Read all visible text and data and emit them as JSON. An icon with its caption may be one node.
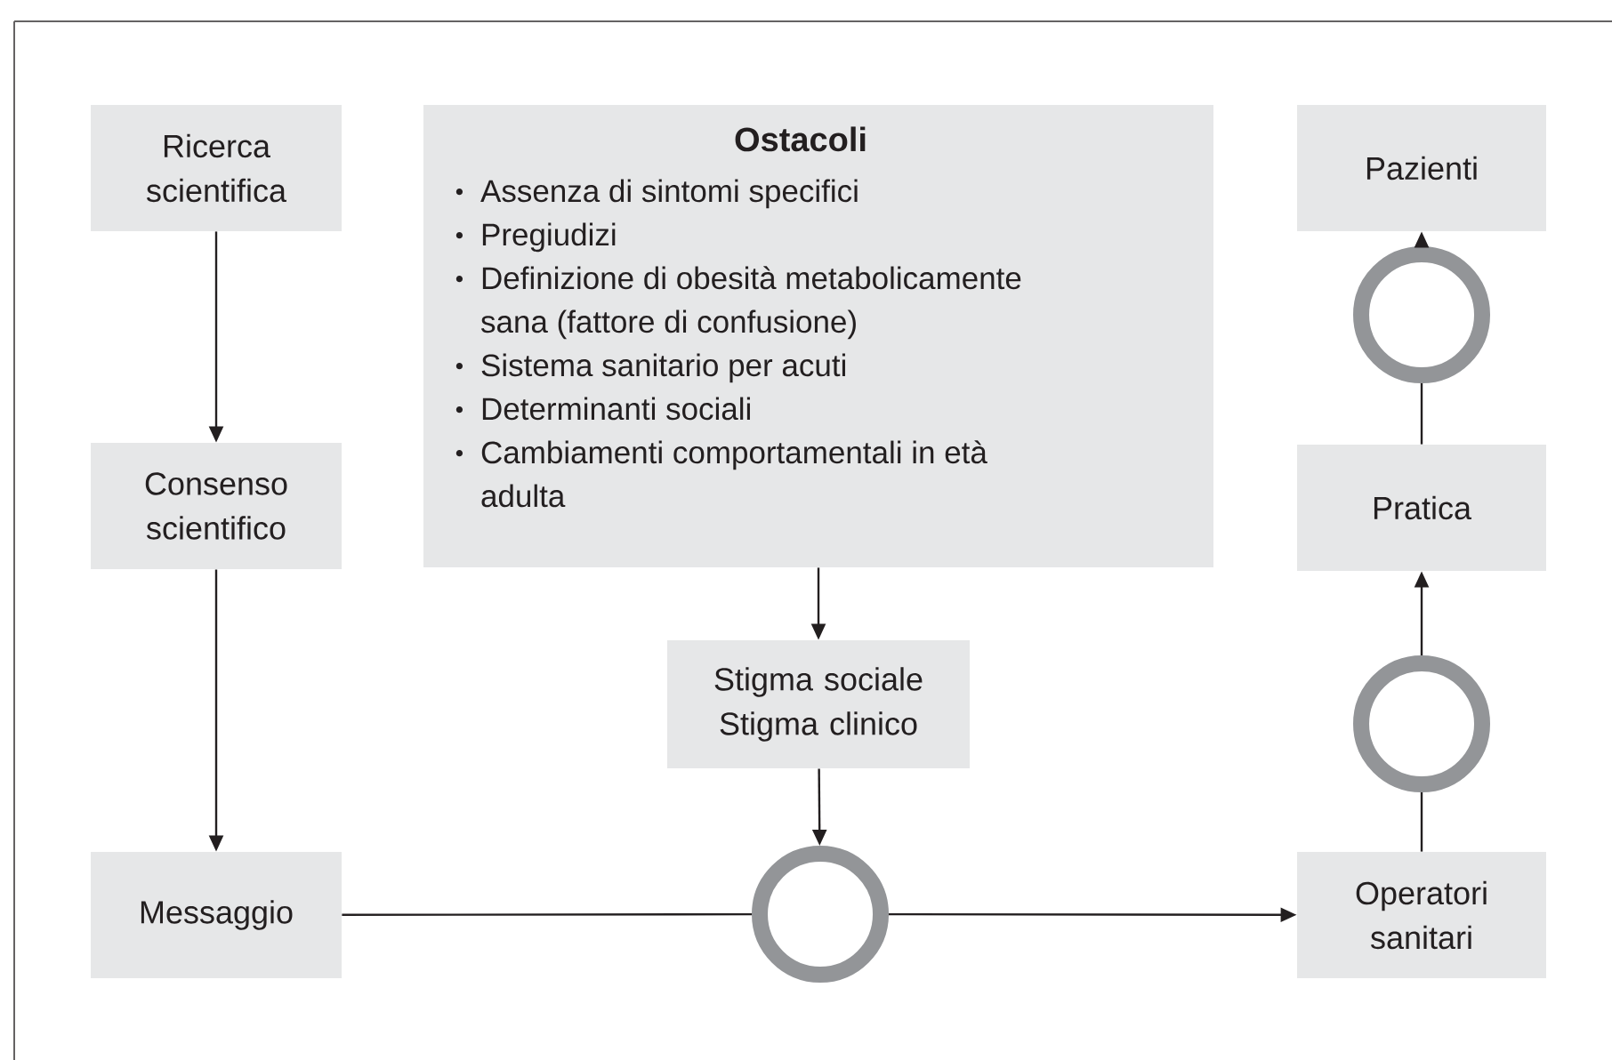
{
  "diagram": {
    "nodes": [
      {
        "text": [
          "Ricerca scientifica"
        ]
      },
      {
        "text": [
          "Consenso scientifico"
        ]
      },
      {
        "text": [
          "Messaggio"
        ]
      },
      {
        "text": [
          "Ostacoli",
          "Assenza di sintomi specifici",
          "Pregiudizi",
          "Definizione di obesità metabolicamente sana (fattore di confusione)",
          "Sistema sanitario per acuti",
          "Determinanti sociali",
          "Cambiamenti comportamentali in età adulta"
        ]
      },
      {
        "text": [
          "Stigma sociale",
          "Stigma clinico"
        ]
      },
      {
        "text": [],
        "shape": "circle"
      },
      {
        "text": [
          "Operatori sanitari"
        ]
      },
      {
        "text": [],
        "shape": "circle"
      },
      {
        "text": [
          "Pratica"
        ]
      },
      {
        "text": [],
        "shape": "circle"
      },
      {
        "text": [
          "Pazienti"
        ]
      }
    ],
    "edges": [
      {
        "from": 0,
        "to": 1,
        "arrow": "to"
      },
      {
        "from": 1,
        "to": 2,
        "arrow": "to"
      },
      {
        "from": 3,
        "to": 4,
        "arrow": "to"
      },
      {
        "from": 4,
        "to": 5,
        "arrow": "to"
      },
      {
        "from": 2,
        "to": 5,
        "arrow": "none"
      },
      {
        "from": 5,
        "to": 6,
        "arrow": "to"
      },
      {
        "from": 6,
        "to": 7,
        "arrow": "none"
      },
      {
        "from": 7,
        "to": 8,
        "arrow": "to"
      },
      {
        "from": 8,
        "to": 9,
        "arrow": "none"
      },
      {
        "from": 9,
        "to": 10,
        "arrow": "to"
      }
    ]
  }
}
